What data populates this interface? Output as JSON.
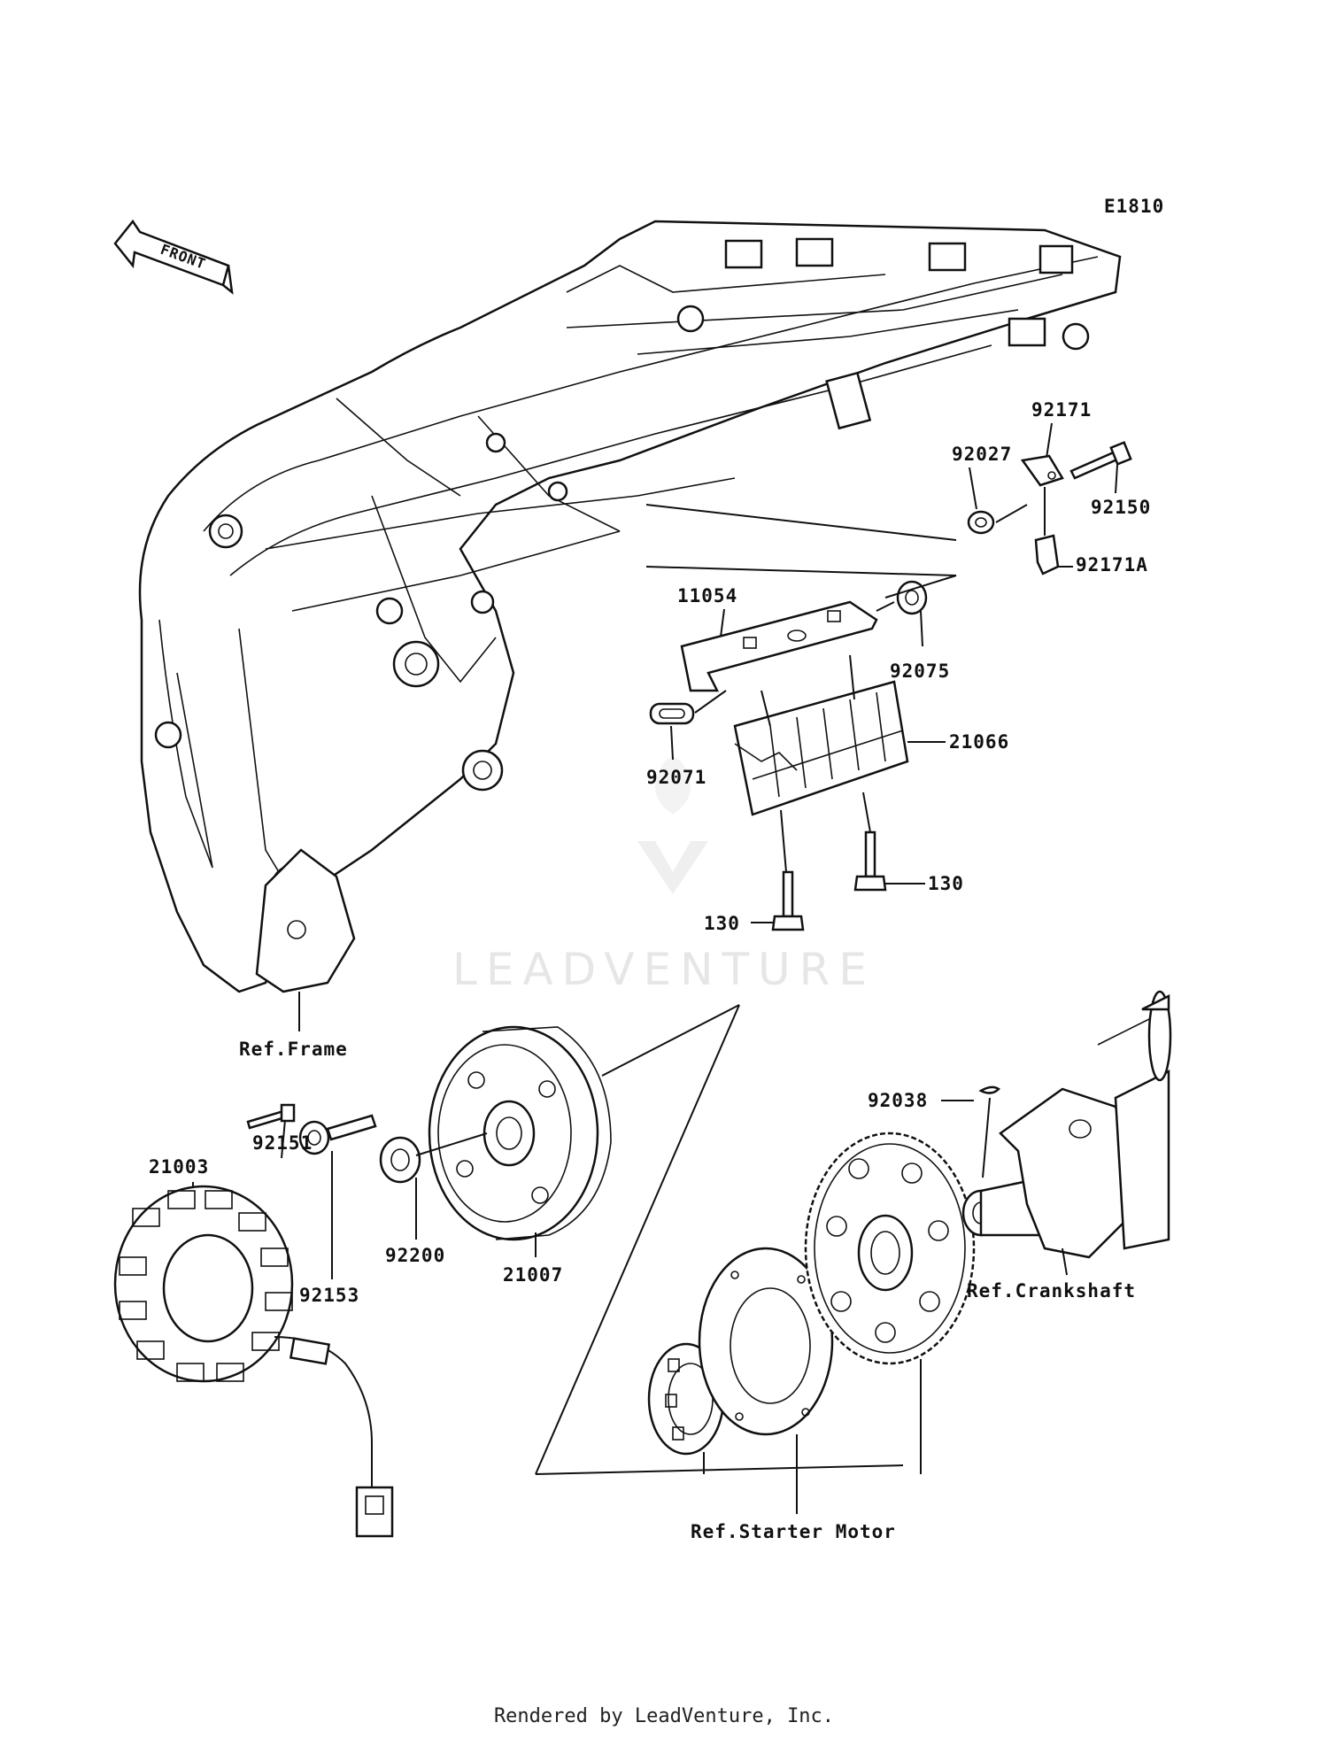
{
  "diagram_code": "E1810",
  "front_arrow_label": "FRONT",
  "watermark": "LEADVENTURE",
  "footer": "Rendered by LeadVenture, Inc.",
  "labels": {
    "p92171": "92171",
    "p92027": "92027",
    "p92150": "92150",
    "p92171A": "92171A",
    "p11054": "11054",
    "p92075": "92075",
    "p92071": "92071",
    "p21066": "21066",
    "p130a": "130",
    "p130b": "130",
    "ref_frame": "Ref.Frame",
    "p92038": "92038",
    "p92151": "92151",
    "p21003": "21003",
    "p92200": "92200",
    "p21007": "21007",
    "p92153": "92153",
    "ref_crankshaft": "Ref.Crankshaft",
    "ref_starter_motor": "Ref.Starter Motor"
  }
}
